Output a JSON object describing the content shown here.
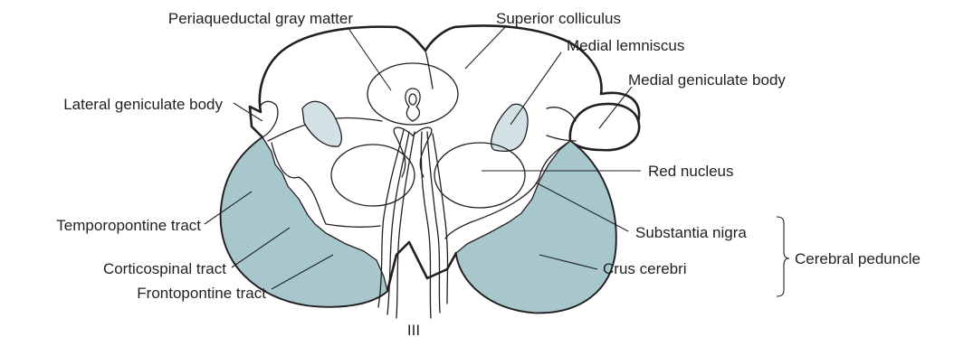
{
  "labels": {
    "periaqueductal_gray": "Periaqueductal gray matter",
    "superior_colliculus": "Superior colliculus",
    "medial_lemniscus": "Medial lemniscus",
    "medial_geniculate": "Medial geniculate body",
    "lateral_geniculate": "Lateral geniculate body",
    "red_nucleus": "Red nucleus",
    "temporopontine": "Temporopontine tract",
    "substantia_nigra": "Substantia nigra",
    "cerebral_peduncle": "Cerebral peduncle",
    "corticospinal": "Corticospinal tract",
    "crus_cerebri": "Crus cerebri",
    "frontopontine": "Frontopontine tract",
    "oculomotor_nerve": "III"
  },
  "colors": {
    "tract_fill": "#a8c7cc",
    "lemniscus_fill": "#d2e1e4",
    "line": "#231f20",
    "background": "#ffffff"
  }
}
